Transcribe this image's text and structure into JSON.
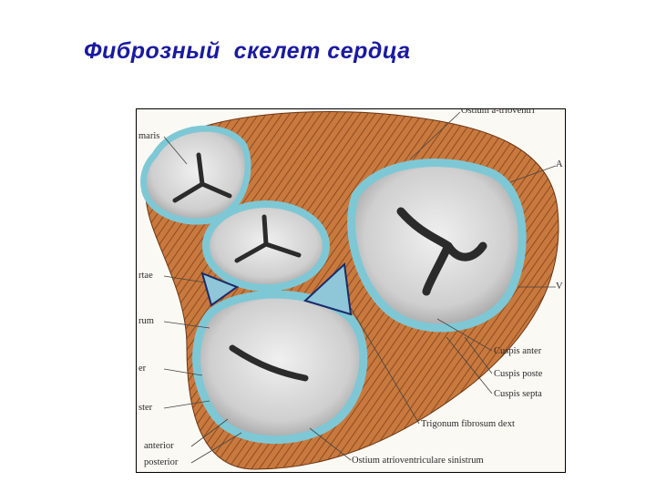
{
  "title": "Фиброзный  скелет сердца",
  "colors": {
    "title": "#1a1aa0",
    "muscle_fill": "#c8793e",
    "muscle_stripe": "#8e4a1e",
    "fibrous_ring": "#7ec8d6",
    "valve_interior": "#d9d9d9",
    "valve_dark": "#2b2b2b",
    "trigone_fill": "#8fc6d8",
    "label_text": "#2a2a2a"
  },
  "labels": {
    "top_right": "Ostium a-trioventri",
    "right_a": "A",
    "left_maris": "maris",
    "left_rtae": "rtae",
    "right_v": "V",
    "left_rum": "rum",
    "cusp_anterior": "Cuspis anter",
    "left_er": "er",
    "cusp_posterior": "Cuspis poste",
    "cusp_septal": "Cuspis septa",
    "left_ster": "ster",
    "trigonum": "Trigonum fibrosum dext",
    "left_anterior": "anterior",
    "left_posterior": "posterior",
    "ostium_sinistrum": "Ostium atrioventriculare sinistrum"
  }
}
